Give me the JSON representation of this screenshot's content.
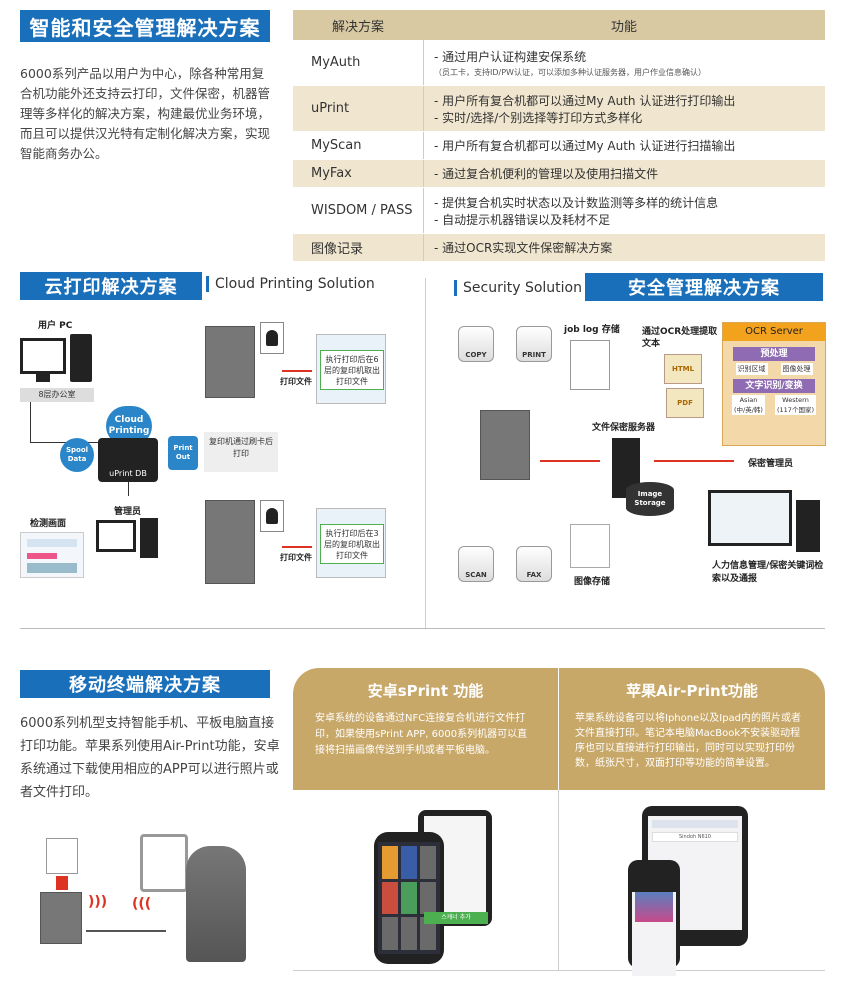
{
  "section1": {
    "title": "智能和安全管理解决方案",
    "description": "6000系列产品以用户为中心，除各种常用复合机功能外还支持云打印，文件保密，机器管理等多样化的解决方案，构建最优业务环境，而且可以提供汉光特有定制化解决方案，实现智能商务办公。",
    "table": {
      "headers": [
        "解决方案",
        "功能"
      ],
      "rows": [
        {
          "name": "MyAuth",
          "lines": [
            "- 通过用户认证构建安保系统"
          ],
          "note": "（员工卡，支持ID/PW认证，可以添加多种认证服务器，用户作业信息确认）"
        },
        {
          "name": "uPrint",
          "lines": [
            "- 用户所有复合机都可以通过My Auth 认证进行打印输出",
            "- 实时/选择/个别选择等打印方式多样化"
          ]
        },
        {
          "name": "MyScan",
          "lines": [
            "- 用户所有复合机都可以通过My Auth 认证进行扫描输出"
          ]
        },
        {
          "name": "MyFax",
          "lines": [
            "- 通过复合机便利的管理以及使用扫描文件"
          ]
        },
        {
          "name": "WISDOM / PASS",
          "lines": [
            "- 提供复合机实时状态以及计数监测等多样的统计信息",
            "- 自动提示机器错误以及耗材不足"
          ]
        },
        {
          "name": "图像记录",
          "lines": [
            "- 通过OCR实现文件保密解决方案"
          ]
        }
      ]
    }
  },
  "cloud": {
    "title": "云打印解决方案",
    "subtitle": "Cloud Printing Solution",
    "user_pc": "用户 PC",
    "floor8": "8层办公室",
    "spool": "Spool Data",
    "cloud_label": "Cloud Printing",
    "uprint_db": "uPrint DB",
    "print_out": "Print Out",
    "auth_box": "复印机通过刷卡后打印",
    "admin": "管理员",
    "monitor_label": "检测画面",
    "print_file_1": "打印文件",
    "print_file_2": "打印文件",
    "box_top": "执行打印后在6层的复印机取出打印文件",
    "box_bottom": "执行打印后在3层的复印机取出打印文件"
  },
  "security": {
    "title": "安全管理解决方案",
    "subtitle": "Security Solution",
    "copy": "COPY",
    "print": "PRINT",
    "scan": "SCAN",
    "fax": "FAX",
    "job_log": "job log 存储",
    "ocr_label": "通过OCR处理提取文本",
    "html": "HTML",
    "pdf": "PDF",
    "ocr_server": "OCR Server",
    "preprocess": "预处理",
    "recog_area": "识别区域",
    "image_proc": "图像处理",
    "ocr_convert": "文字识别/变换",
    "asian": "Asian",
    "asian_sub": "(中/英/韩)",
    "western": "Western",
    "western_sub": "(117个国家)",
    "file_server": "文件保密服务器",
    "image_storage": "Image Storage",
    "security_admin": "保密管理员",
    "image_save": "图像存储",
    "hr_info": "人力信息管理/保密关键词检索以及通报"
  },
  "mobile": {
    "title": "移动终端解决方案",
    "description": "6000系列机型支持智能手机、平板电脑直接打印功能。苹果系列使用Air-Print功能，安卓系统通过下载使用相应的APP可以进行照片或者文件打印。",
    "android": {
      "title": "安卓sPrint 功能",
      "body": "安卓系统的设备通过NFC连接复合机进行文件打印，如果使用sPrint APP, 6000系列机器可以直接将扫描画像传送到手机或者平板电脑。",
      "app_button": "스캐너 추가"
    },
    "apple": {
      "title": "苹果Air-Print功能",
      "body": "苹果系统设备可以将Iphone以及Ipad内的照片或者文件直接打印。笔记本电脑MacBook不安装驱动程序也可以直接进行打印输出，同时可以实现打印份数，纸张尺寸，双面打印等功能的简单设置。",
      "screen_label": "Sindoh N610"
    }
  }
}
